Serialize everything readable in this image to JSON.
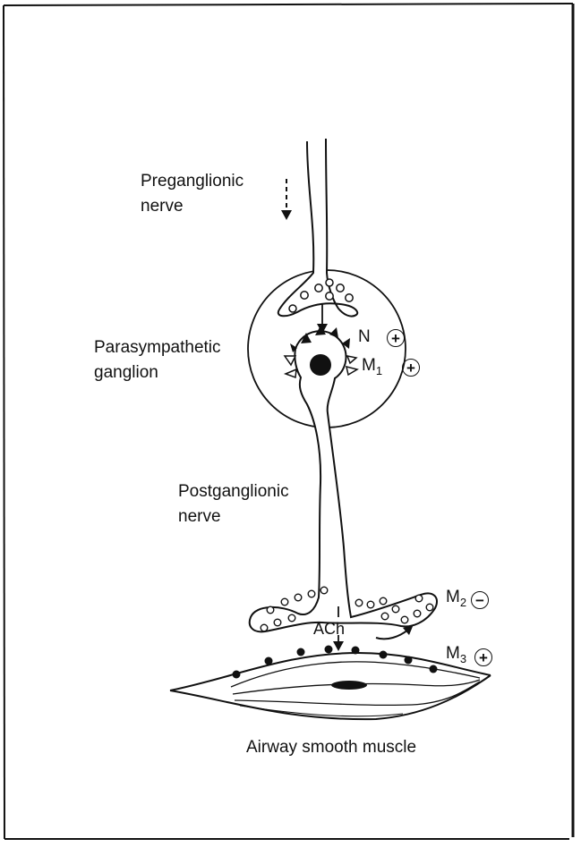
{
  "labels": {
    "preganglionic_line1": "Preganglionic",
    "preganglionic_line2": "nerve",
    "ganglion_line1": "Parasympathetic",
    "ganglion_line2": "ganglion",
    "postganglionic_line1": "Postganglionic",
    "postganglionic_line2": "nerve",
    "ach": "ACh",
    "caption": "Airway smooth muscle"
  },
  "receptors": {
    "n": {
      "label": "N",
      "sign": "+"
    },
    "m1": {
      "label": "M",
      "subscript": "1",
      "sign": "+"
    },
    "m2": {
      "label": "M",
      "subscript": "2",
      "sign": "−"
    },
    "m3": {
      "label": "M",
      "subscript": "3",
      "sign": "+"
    }
  },
  "colors": {
    "ink": "#111111",
    "background": "#ffffff"
  }
}
